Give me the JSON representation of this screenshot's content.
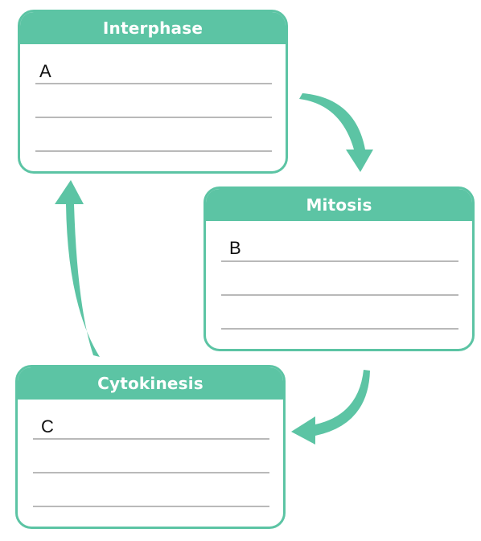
{
  "colors": {
    "accent": "#5cc4a4",
    "line": "#b9b9b9"
  },
  "stages": [
    {
      "title": "Interphase",
      "letter": "A"
    },
    {
      "title": "Mitosis",
      "letter": "B"
    },
    {
      "title": "Cytokinesis",
      "letter": "C"
    }
  ]
}
